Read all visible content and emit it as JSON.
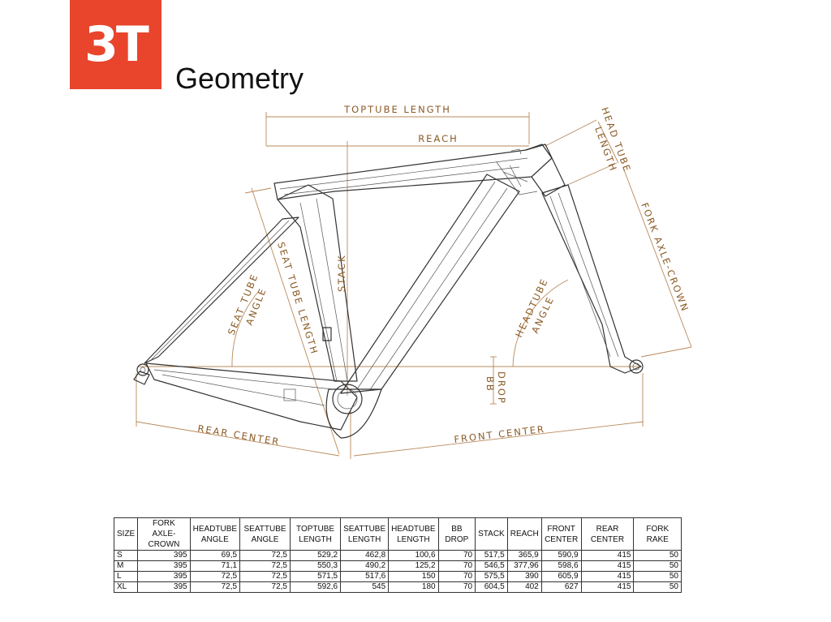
{
  "header": {
    "logo_text": "3T",
    "title": "Geometry"
  },
  "colors": {
    "brand_red": "#e8452c",
    "dimension_label": "#8a5a25",
    "dimension_line": "#b9895a",
    "frame_line": "#333333"
  },
  "diagram": {
    "labels": {
      "toptube_length": "TOPTUBE LENGTH",
      "reach": "REACH",
      "head_tube_length_1": "HEAD TUBE",
      "head_tube_length_2": "LENGTH",
      "fork_axle_crown": "FORK AXLE-CROWN",
      "stack": "STACK",
      "seat_tube_angle_1": "SEAT TUBE",
      "seat_tube_angle_2": "ANGLE",
      "seat_tube_length": "SEAT TUBE LENGTH",
      "headtube_angle_1": "HEADTUBE",
      "headtube_angle_2": "ANGLE",
      "bb_drop_1": "BB",
      "bb_drop_2": "DROP",
      "rear_center": "REAR CENTER",
      "front_center": "FRONT CENTER"
    }
  },
  "table": {
    "headers": [
      [
        "SIZE"
      ],
      [
        "FORK",
        "AXLE-CROWN"
      ],
      [
        "HEADTUBE",
        "ANGLE"
      ],
      [
        "SEATTUBE",
        "ANGLE"
      ],
      [
        "TOPTUBE",
        "LENGTH"
      ],
      [
        "SEATTUBE",
        "LENGTH"
      ],
      [
        "HEADTUBE",
        "LENGTH"
      ],
      [
        "BB DROP"
      ],
      [
        "STACK"
      ],
      [
        "REACH"
      ],
      [
        "FRONT",
        "CENTER"
      ],
      [
        "REAR CENTER"
      ],
      [
        "FORK RAKE"
      ]
    ],
    "rows": [
      [
        "S",
        "395",
        "69,5",
        "72,5",
        "529,2",
        "462,8",
        "100,6",
        "70",
        "517,5",
        "365,9",
        "590,9",
        "415",
        "50"
      ],
      [
        "M",
        "395",
        "71,1",
        "72,5",
        "550,3",
        "490,2",
        "125,2",
        "70",
        "546,5",
        "377,96",
        "598,6",
        "415",
        "50"
      ],
      [
        "L",
        "395",
        "72,5",
        "72,5",
        "571,5",
        "517,6",
        "150",
        "70",
        "575,5",
        "390",
        "605,9",
        "415",
        "50"
      ],
      [
        "XL",
        "395",
        "72,5",
        "72,5",
        "592,6",
        "545",
        "180",
        "70",
        "604,5",
        "402",
        "627",
        "415",
        "50"
      ]
    ]
  }
}
